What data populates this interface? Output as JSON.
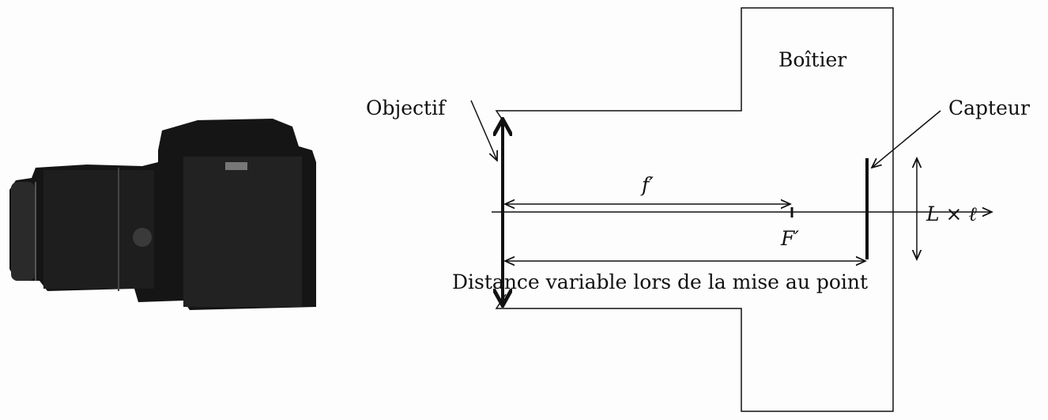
{
  "photo": {
    "subject": "camera-photo"
  },
  "diagram": {
    "housing_label": "Boîtier",
    "lens_label": "Objectif",
    "sensor_label": "Capteur",
    "focal_length_label": "f′",
    "focal_point_label": "F′",
    "sensor_size_label": "L × ℓ",
    "distance_label": "Distance variable lors de la mise au point"
  },
  "colors": {
    "ink": "#111111",
    "background": "#fdfdfd"
  }
}
